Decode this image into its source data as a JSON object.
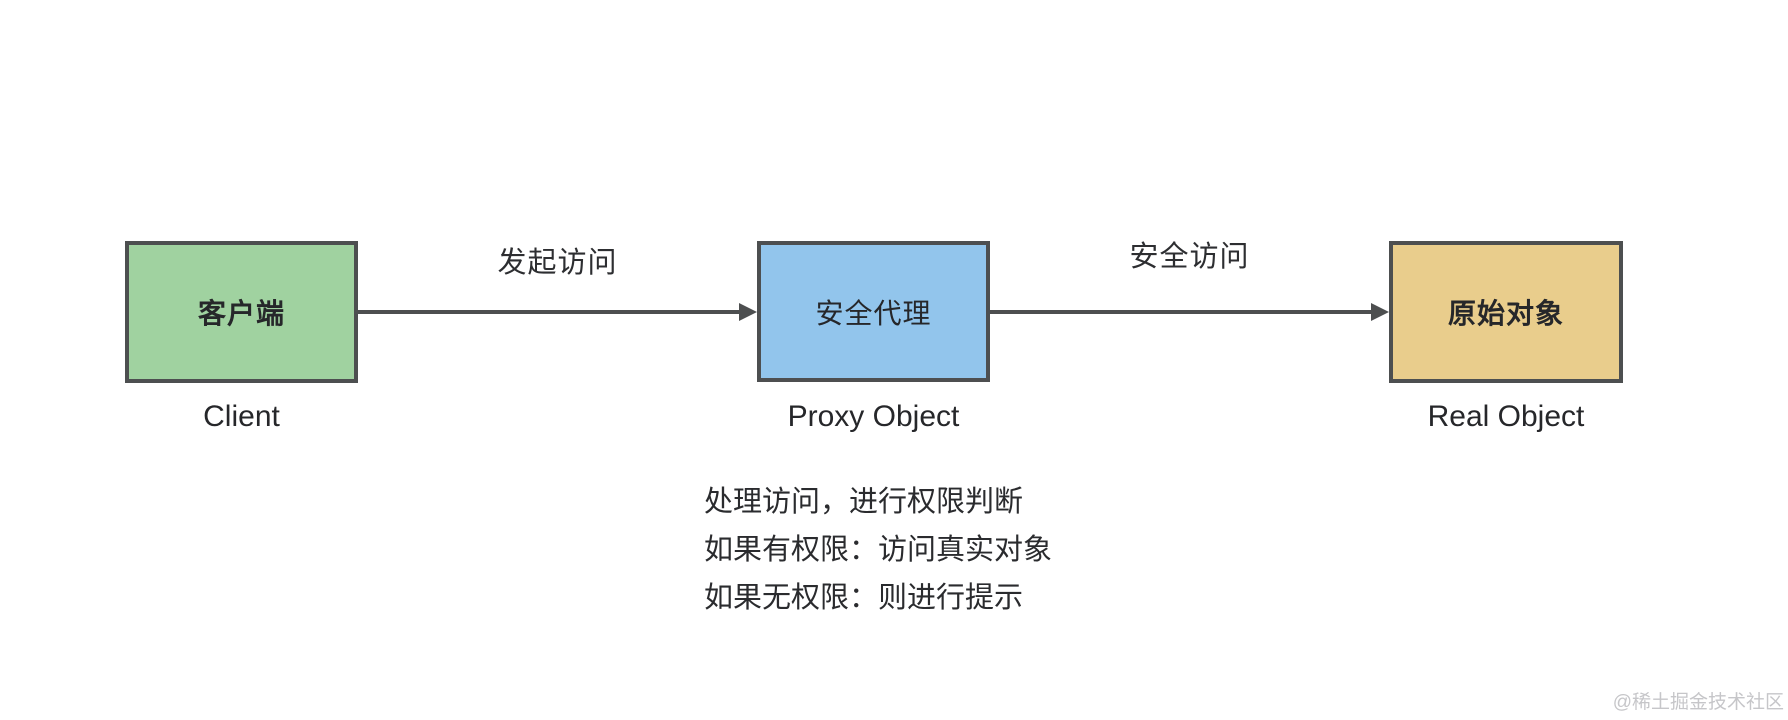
{
  "colors": {
    "background": "#ffffff",
    "box_border": "#4d4f50",
    "arrow": "#4d4f50",
    "client_box_fill": "#a0d2a0",
    "proxy_box_fill": "#92c5ec",
    "real_box_fill": "#e9cd8c",
    "text": "#26272a",
    "watermark_text": "#c6c6c9"
  },
  "diagram": {
    "nodes": [
      {
        "id": "client",
        "label": "客户端",
        "caption": "Client",
        "fill": "#a0d2a0",
        "bold": true
      },
      {
        "id": "proxy",
        "label": "安全代理",
        "caption": "Proxy Object",
        "fill": "#92c5ec",
        "bold": false
      },
      {
        "id": "real",
        "label": "原始对象",
        "caption": "Real Object",
        "fill": "#e9cd8c",
        "bold": true
      }
    ],
    "arrows": [
      {
        "from": "client",
        "to": "proxy",
        "label": "发起访问"
      },
      {
        "from": "proxy",
        "to": "real",
        "label": "安全访问"
      }
    ],
    "notes": [
      "处理访问，进行权限判断",
      "如果有权限：访问真实对象",
      "如果无权限：则进行提示"
    ]
  },
  "watermark": "@稀土掘金技术社区"
}
